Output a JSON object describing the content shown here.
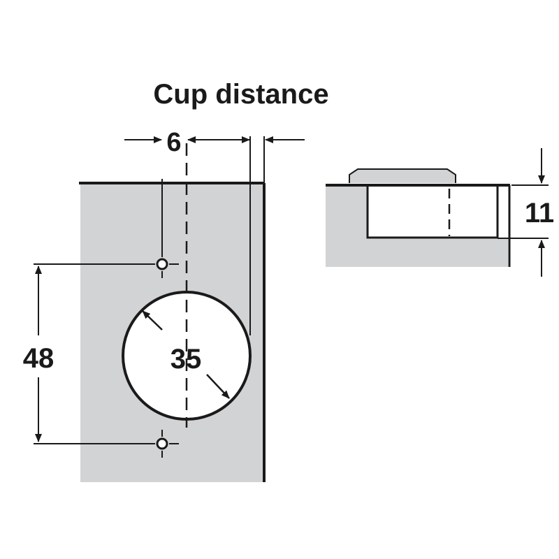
{
  "title": "Cup distance",
  "dimensions": {
    "cup_distance": "6",
    "diameter": "35",
    "hole_spacing": "48",
    "depth": "11"
  },
  "colors": {
    "panel": "#d2d3d5",
    "line": "#1a1a1a",
    "background": "#ffffff"
  }
}
